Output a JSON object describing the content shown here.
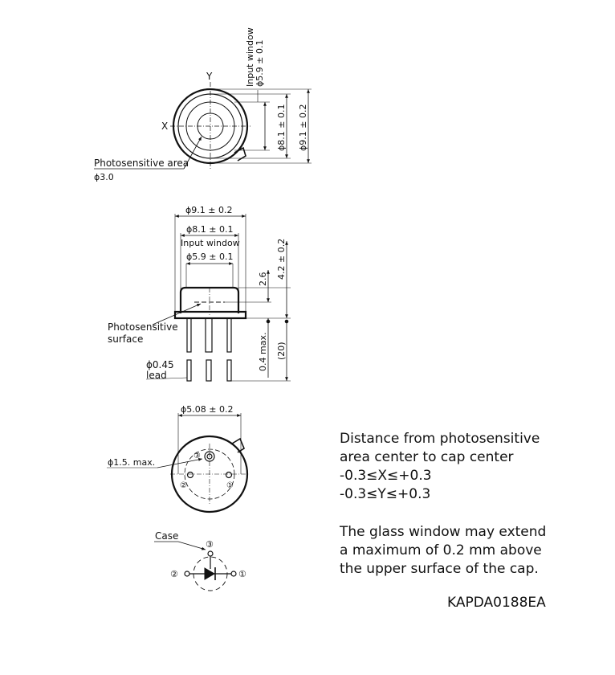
{
  "top_view": {
    "axis_y": "Y",
    "axis_x": "X",
    "input_window_label": "Input window",
    "dim_window": "ϕ5.9 ± 0.1",
    "dim_inner": "ϕ8.1 ± 0.1",
    "dim_outer": "ϕ9.1 ± 0.2",
    "photosensitive_area_label": "Photosensitive area",
    "photosensitive_area_dim": "ϕ3.0"
  },
  "side_view": {
    "dim_outer": "ϕ9.1 ± 0.2",
    "dim_inner": "ϕ8.1 ± 0.1",
    "input_window_label": "Input window",
    "dim_window": "ϕ5.9 ± 0.1",
    "dim_height_cap": "2.6",
    "dim_height_total": "4.2 ± 0.2",
    "dim_offset": "0.4 max.",
    "dim_lead_length": "(20)",
    "photosensitive_surface_line1": "Photosensitive",
    "photosensitive_surface_line2": "surface",
    "lead_dim": "ϕ0.45",
    "lead_label": "lead"
  },
  "bottom_view": {
    "dim_pitch": "ϕ5.08 ± 0.2",
    "dim_pin_max": "ϕ1.5. max.",
    "pin1": "①",
    "pin2": "②",
    "pin3": "③"
  },
  "schematic": {
    "case_label": "Case",
    "pin1": "①",
    "pin2": "②",
    "pin3": "③"
  },
  "notes": {
    "line1": "Distance from photosensitive",
    "line2": "area center to cap center",
    "line3": "-0.3≤X≤+0.3",
    "line4": "-0.3≤Y≤+0.3",
    "line5": "The glass window may extend",
    "line6": "a maximum of 0.2 mm above",
    "line7": "the upper surface of the cap."
  },
  "drawing_code": "KAPDA0188EA"
}
